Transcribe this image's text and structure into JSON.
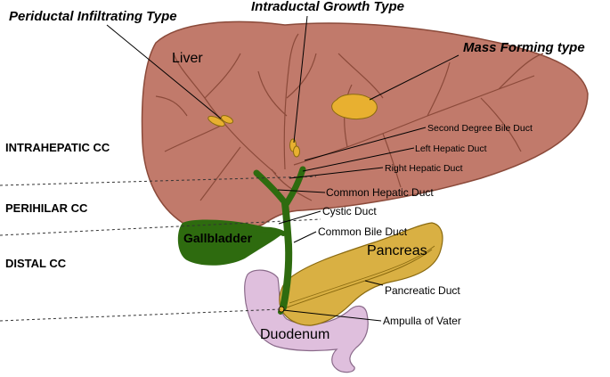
{
  "tumor_types": {
    "periductal": "Periductal Infiltrating Type",
    "intraductal": "Intraductal Growth Type",
    "mass_forming": "Mass Forming type"
  },
  "regions": {
    "intrahepatic": "INTRAHEPATIC  CC",
    "perihilar": "PERIHILAR  CC",
    "distal": "DISTAL CC"
  },
  "organs": {
    "liver": "Liver",
    "gallbladder": "Gallbladder",
    "pancreas": "Pancreas",
    "duodenum": "Duodenum"
  },
  "ducts": {
    "second_degree": "Second Degree Bile Duct",
    "left_hepatic": "Left Hepatic Duct",
    "right_hepatic": "Right Hepatic Duct",
    "common_hepatic": "Common Hepatic Duct",
    "cystic": "Cystic Duct",
    "common_bile": "Common Bile Duct",
    "pancreatic": "Pancreatic Duct",
    "ampulla": "Ampulla of Vater"
  },
  "colors": {
    "liver_fill": "#c17a6b",
    "liver_vessel": "#8b4a3a",
    "bile_duct": "#2e6b0f",
    "pancreas": "#d9b043",
    "duodenum": "#dfbfdd",
    "tumor": "#e8b030"
  }
}
